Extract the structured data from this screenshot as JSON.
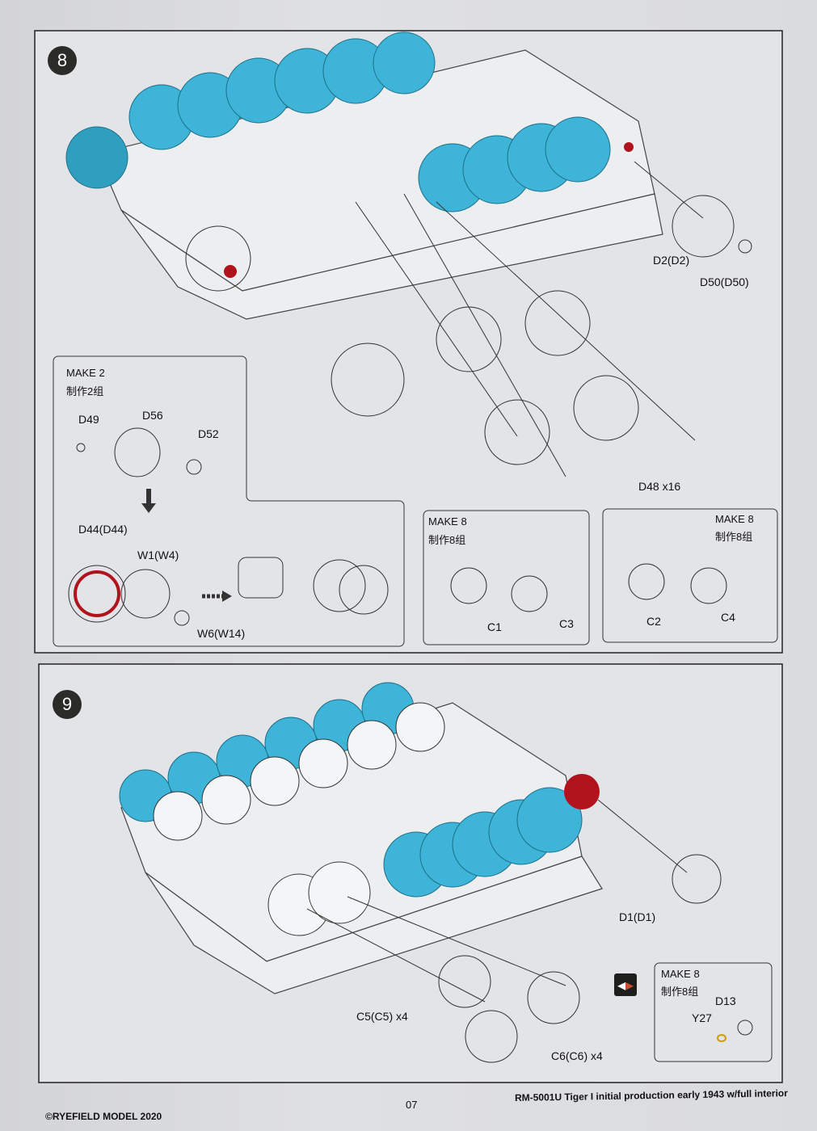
{
  "steps": [
    {
      "number": "8",
      "callouts": {
        "d2": "D2(D2)",
        "d50": "D50(D50)",
        "d48": "D48  x16"
      },
      "subassembly_make2": {
        "make": "MAKE 2",
        "make_cn": "制作2组",
        "parts": [
          "D49",
          "D56",
          "D52",
          "D44(D44)",
          "W1(W4)",
          "W6(W14)"
        ]
      },
      "subassembly_c1c3": {
        "make": "MAKE 8",
        "make_cn": "制作8组",
        "parts": [
          "C1",
          "C3"
        ]
      },
      "subassembly_c2c4": {
        "make": "MAKE 8",
        "make_cn": "制作8组",
        "parts": [
          "C2",
          "C4"
        ]
      }
    },
    {
      "number": "9",
      "callouts": {
        "d1": "D1(D1)",
        "c5": "C5(C5)  x4",
        "c6": "C6(C6)  x4"
      },
      "subassembly_y27": {
        "make": "MAKE 8",
        "make_cn": "制作8组",
        "parts": [
          "D13",
          "Y27"
        ]
      }
    }
  ],
  "icons": {
    "alternate": "left-right-arrow-icon"
  },
  "colors": {
    "highlight_blue": "#3db4d8",
    "highlight_red": "#b0131c",
    "frame": "#2a2a2a"
  },
  "footer": {
    "page_number": "07",
    "product": "RM-5001U Tiger I initial production early 1943 w/full interior",
    "copyright": "©RYEFIELD MODEL 2020"
  }
}
